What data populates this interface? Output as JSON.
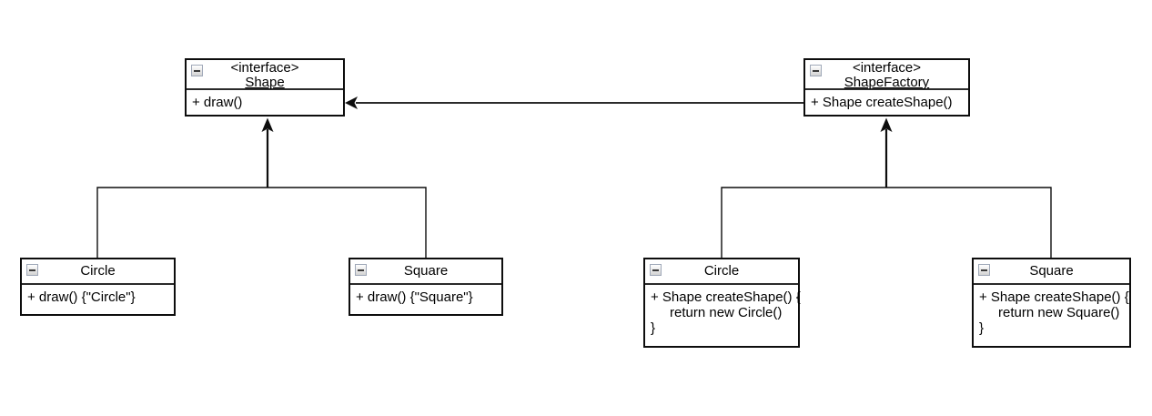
{
  "nodes": {
    "shape": {
      "stereotype": "<interface>",
      "name": "Shape",
      "members": [
        "+ draw()"
      ]
    },
    "shape_factory": {
      "stereotype": "<interface>",
      "name": "ShapeFactory",
      "members": [
        "+ Shape createShape()"
      ]
    },
    "circle_impl": {
      "name": "Circle",
      "members": [
        "+ draw() {\"Circle\"}"
      ]
    },
    "square_impl": {
      "name": "Square",
      "members": [
        "+ draw() {\"Square\"}"
      ]
    },
    "circle_factory": {
      "name": "Circle",
      "members": [
        "+ Shape createShape() {",
        "return new Circle()",
        "}"
      ]
    },
    "square_factory": {
      "name": "Square",
      "members": [
        "+ Shape createShape() {",
        "return new Square()",
        "}"
      ]
    }
  },
  "edges": [
    {
      "from": "ShapeFactory",
      "to": "Shape",
      "style": "solid-line-filled-arrow"
    },
    {
      "from": "Circle",
      "to": "Shape",
      "style": "generalization-tree"
    },
    {
      "from": "Square",
      "to": "Shape",
      "style": "generalization-tree"
    },
    {
      "from": "Circle (factory)",
      "to": "ShapeFactory",
      "style": "generalization-tree"
    },
    {
      "from": "Square (factory)",
      "to": "ShapeFactory",
      "style": "generalization-tree"
    }
  ],
  "colors": {
    "line": "#0d0d0d",
    "collapse_border": "#9fa8b8",
    "background": "#ffffff"
  }
}
